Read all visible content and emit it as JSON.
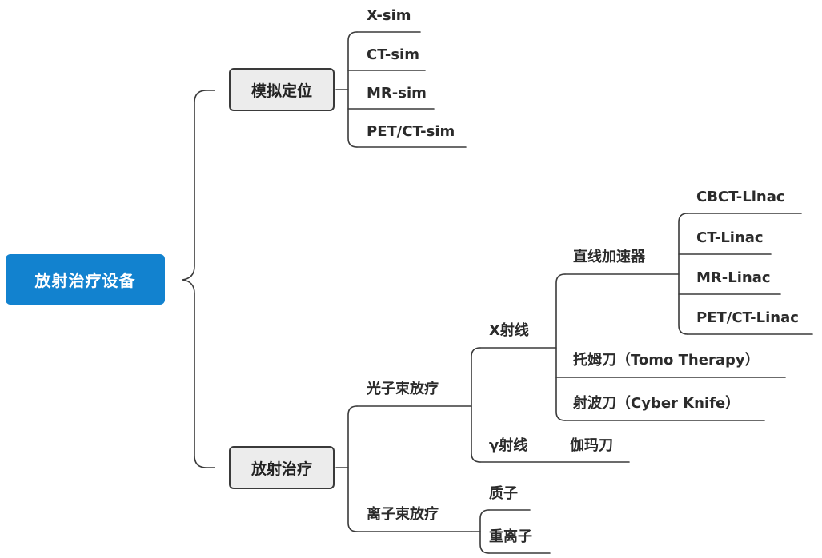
{
  "root": "放射治疗设备",
  "branch1": {
    "label": "模拟定位",
    "items": [
      "X-sim",
      "CT-sim",
      "MR-sim",
      "PET/CT-sim"
    ]
  },
  "branch2": {
    "label": "放射治疗",
    "photon": {
      "label": "光子束放疗",
      "xray": {
        "label": "X射线",
        "linac": {
          "label": "直线加速器",
          "items": [
            "CBCT-Linac",
            "CT-Linac",
            "MR-Linac",
            "PET/CT-Linac"
          ]
        },
        "tomo": "托姆刀（Tomo Therapy）",
        "cyber": "射波刀（Cyber Knife）"
      },
      "gamma": {
        "label": "γ射线",
        "item": "伽玛刀"
      }
    },
    "ion": {
      "label": "离子束放疗",
      "items": [
        "质子",
        "重离子"
      ]
    }
  }
}
